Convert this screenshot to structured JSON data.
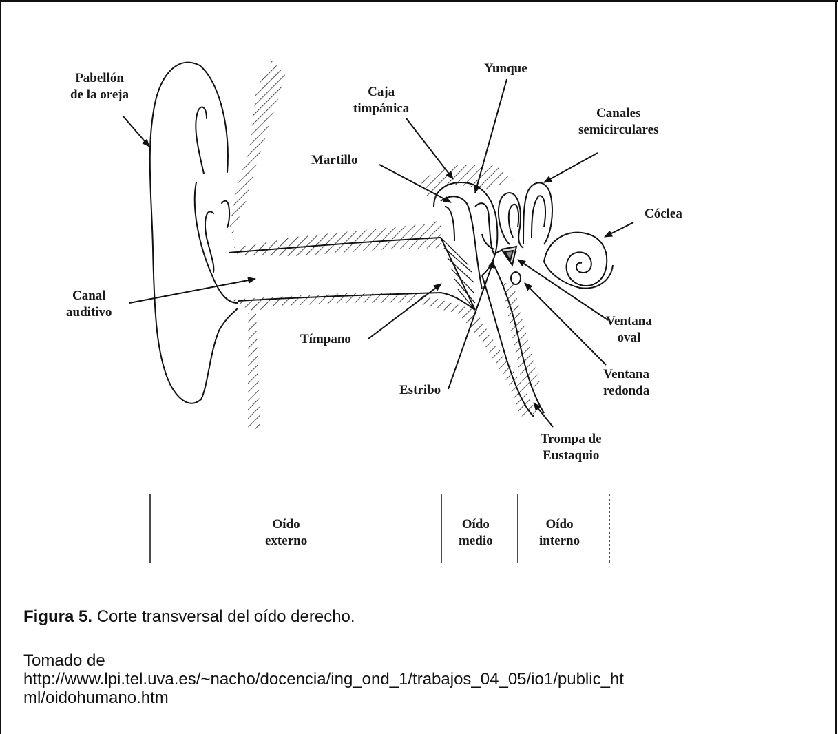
{
  "diagram": {
    "labels": {
      "pabellon": [
        "Pabellón",
        "de la oreja"
      ],
      "caja": [
        "Caja",
        "timpánica"
      ],
      "yunque": [
        "Yunque"
      ],
      "canales": [
        "Canales",
        "semicirculares"
      ],
      "martillo": [
        "Martillo"
      ],
      "coclea": [
        "Cóclea"
      ],
      "canal": [
        "Canal",
        "auditivo"
      ],
      "timpano": [
        "Tímpano"
      ],
      "ventana_oval": [
        "Ventana",
        "oval"
      ],
      "estribo": [
        "Estribo"
      ],
      "ventana_redonda": [
        "Ventana",
        "redonda"
      ],
      "trompa": [
        "Trompa de",
        "Eustaquio"
      ]
    },
    "sections": {
      "externo": [
        "Oído",
        "externo"
      ],
      "medio": [
        "Oído",
        "medio"
      ],
      "interno": [
        "Oído",
        "interno"
      ]
    }
  },
  "caption": {
    "figure_label": "Figura 5.",
    "figure_text": " Corte transversal del oído derecho.",
    "source_line1": "Tomado de",
    "source_line2": "http://www.lpi.tel.uva.es/~nacho/docencia/ing_ond_1/trabajos_04_05/io1/public_ht",
    "source_line3": "ml/oidohumano.htm"
  }
}
